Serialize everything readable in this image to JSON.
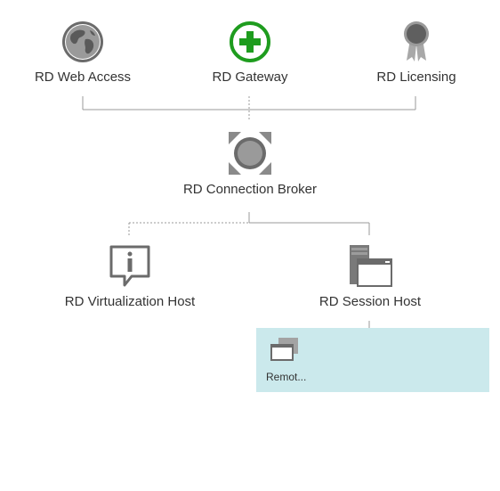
{
  "diagram": {
    "nodes": {
      "web_access": {
        "label": "RD Web Access",
        "icon": "globe-icon"
      },
      "gateway": {
        "label": "RD Gateway",
        "icon": "green-plus-icon",
        "accent": "#1e9c1e"
      },
      "licensing": {
        "label": "RD Licensing",
        "icon": "award-ribbon-icon"
      },
      "connection_broker": {
        "label": "RD Connection Broker",
        "icon": "broker-icon"
      },
      "virtualization_host": {
        "label": "RD Virtualization Host",
        "icon": "info-callout-icon"
      },
      "session_host": {
        "label": "RD Session Host",
        "icon": "server-window-icon"
      }
    },
    "collection": {
      "label": "Remot...",
      "icon": "remote-desktop-windows-icon",
      "background": "#cbe9ec"
    },
    "colors": {
      "connector": "#999999",
      "icon_gray": "#6b6b6b"
    }
  }
}
